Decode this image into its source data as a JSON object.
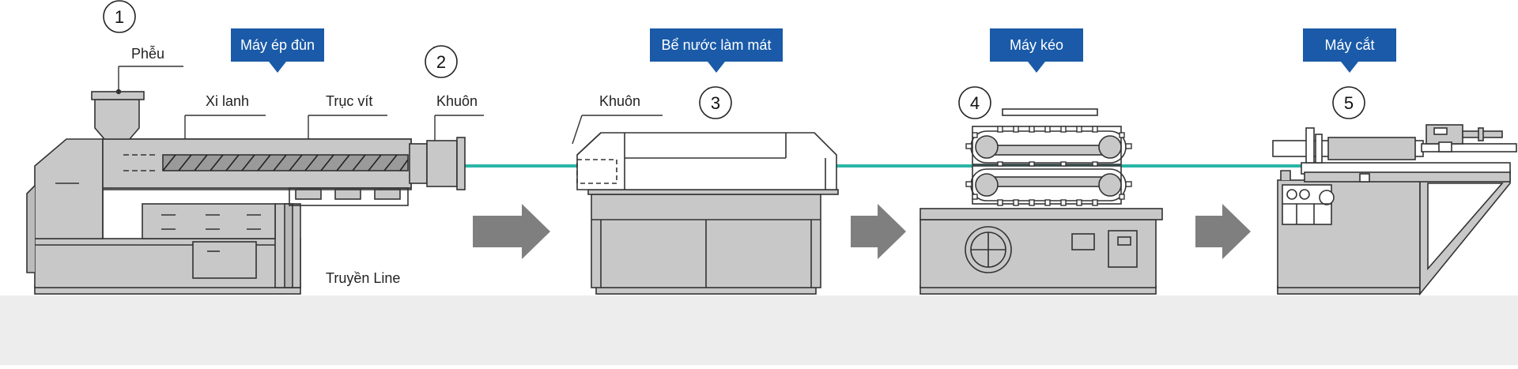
{
  "sections": [
    {
      "number": "1",
      "caption": "Máy ép đùn"
    },
    {
      "number": "3",
      "caption": "Bể nước làm mát"
    },
    {
      "number": "4",
      "caption": "Máy kéo"
    },
    {
      "number": "5",
      "caption": "Máy cắt"
    }
  ],
  "die_number": "2",
  "labels": {
    "hopper": "Phễu",
    "cylinder": "Xi lanh",
    "screw": "Trục vít",
    "die": "Khuôn",
    "tank_die": "Khuôn",
    "drive": "Truyền Line"
  },
  "colors": {
    "callout": "#1a5aa8",
    "line": "#2bb5a6",
    "machine": "#c8c8c8",
    "floor": "#ededed",
    "arrow": "#7f7f7f"
  }
}
